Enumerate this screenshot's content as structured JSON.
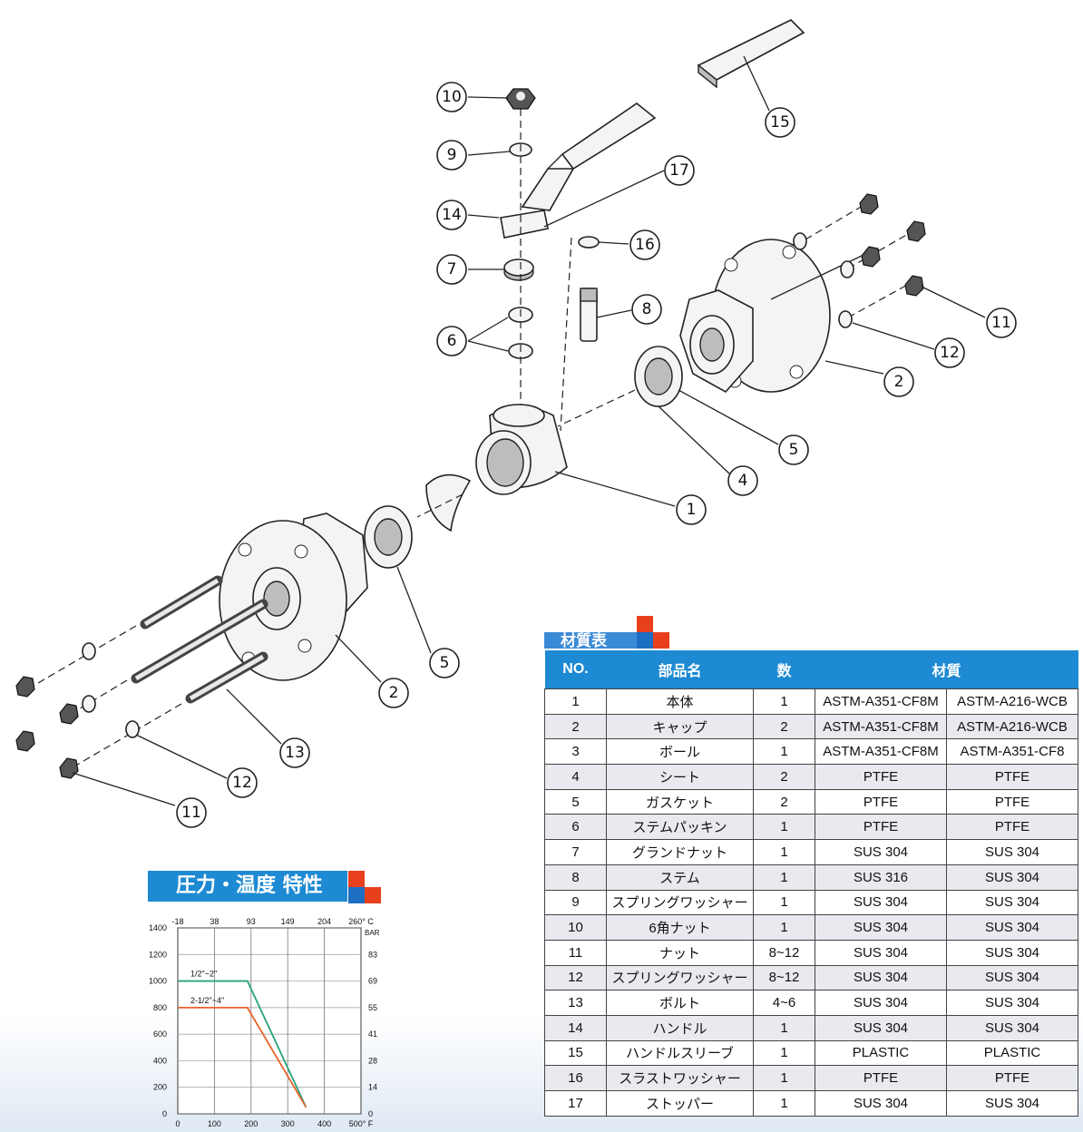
{
  "diagram": {
    "callouts": [
      "10",
      "9",
      "14",
      "17",
      "7",
      "6",
      "16",
      "8",
      "15",
      "11",
      "12",
      "2",
      "5",
      "4",
      "1",
      "5",
      "2",
      "13",
      "12",
      "11"
    ]
  },
  "materials": {
    "banner": "材質表",
    "headers": {
      "no": "NO.",
      "name": "部品名",
      "qty": "数",
      "material": "材質"
    },
    "rows": [
      {
        "no": "1",
        "name": "本体",
        "qty": "1",
        "m1": "ASTM-A351-CF8M",
        "m2": "ASTM-A216-WCB"
      },
      {
        "no": "2",
        "name": "キャップ",
        "qty": "2",
        "m1": "ASTM-A351-CF8M",
        "m2": "ASTM-A216-WCB"
      },
      {
        "no": "3",
        "name": "ボール",
        "qty": "1",
        "m1": "ASTM-A351-CF8M",
        "m2": "ASTM-A351-CF8"
      },
      {
        "no": "4",
        "name": "シート",
        "qty": "2",
        "m1": "PTFE",
        "m2": "PTFE"
      },
      {
        "no": "5",
        "name": "ガスケット",
        "qty": "2",
        "m1": "PTFE",
        "m2": "PTFE"
      },
      {
        "no": "6",
        "name": "ステムパッキン",
        "qty": "1",
        "m1": "PTFE",
        "m2": "PTFE"
      },
      {
        "no": "7",
        "name": "グランドナット",
        "qty": "1",
        "m1": "SUS 304",
        "m2": "SUS 304"
      },
      {
        "no": "8",
        "name": "ステム",
        "qty": "1",
        "m1": "SUS 316",
        "m2": "SUS 304"
      },
      {
        "no": "9",
        "name": "スプリングワッシャー",
        "qty": "1",
        "m1": "SUS 304",
        "m2": "SUS 304"
      },
      {
        "no": "10",
        "name": "6角ナット",
        "qty": "1",
        "m1": "SUS 304",
        "m2": "SUS 304"
      },
      {
        "no": "11",
        "name": "ナット",
        "qty": "8~12",
        "m1": "SUS 304",
        "m2": "SUS 304"
      },
      {
        "no": "12",
        "name": "スプリングワッシャー",
        "qty": "8~12",
        "m1": "SUS 304",
        "m2": "SUS 304"
      },
      {
        "no": "13",
        "name": "ボルト",
        "qty": "4~6",
        "m1": "SUS 304",
        "m2": "SUS 304"
      },
      {
        "no": "14",
        "name": "ハンドル",
        "qty": "1",
        "m1": "SUS 304",
        "m2": "SUS 304"
      },
      {
        "no": "15",
        "name": "ハンドルスリーブ",
        "qty": "1",
        "m1": "PLASTIC",
        "m2": "PLASTIC"
      },
      {
        "no": "16",
        "name": "スラストワッシャー",
        "qty": "1",
        "m1": "PTFE",
        "m2": "PTFE"
      },
      {
        "no": "17",
        "name": "ストッパー",
        "qty": "1",
        "m1": "SUS 304",
        "m2": "SUS 304"
      }
    ]
  },
  "colors": {
    "header_blue": "#1d8ad3",
    "accent_red": "#e8401c",
    "accent_blue": "#1d6fc2",
    "green_line": "#2aa37a",
    "orange_line": "#e8642a"
  },
  "chart_data": {
    "type": "line",
    "title": "圧力・温度 特性",
    "x_bottom_ticks": [
      "0",
      "100",
      "200",
      "300",
      "400",
      "500° F"
    ],
    "x_top_ticks": [
      "-18",
      "38",
      "93",
      "149",
      "204",
      "260° C"
    ],
    "y_left_ticks": [
      "0",
      "200",
      "400",
      "600",
      "800",
      "1000",
      "1200",
      "1400"
    ],
    "y_right_ticks": [
      "0",
      "14",
      "28",
      "41",
      "55",
      "69",
      "83"
    ],
    "y_right_unit": "BAR",
    "xlim": [
      0,
      500
    ],
    "ylim": [
      0,
      1400
    ],
    "grid": true,
    "series": [
      {
        "name": "1/2\"~2\"",
        "color": "#2aa37a",
        "x": [
          0,
          190,
          350
        ],
        "y": [
          1000,
          1000,
          50
        ]
      },
      {
        "name": "2-1/2\"~4\"",
        "color": "#e8642a",
        "x": [
          0,
          190,
          350
        ],
        "y": [
          800,
          800,
          50
        ]
      }
    ]
  }
}
